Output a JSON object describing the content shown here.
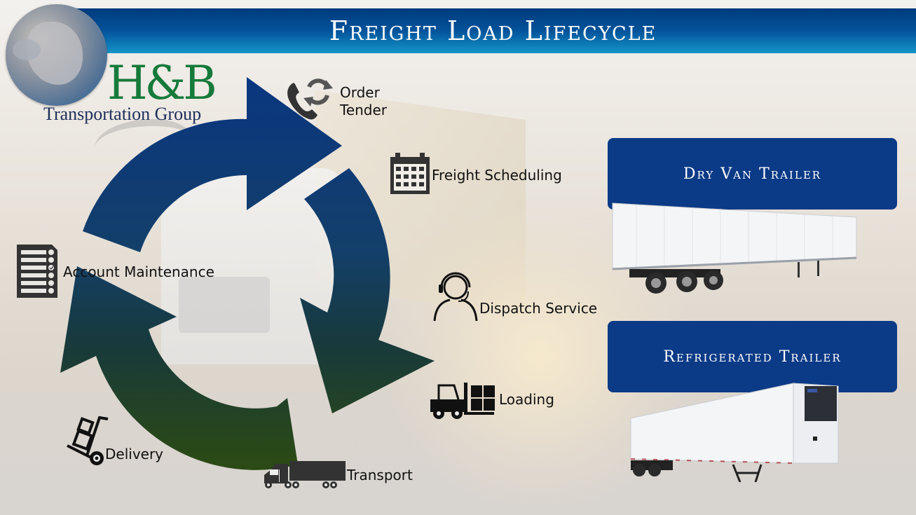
{
  "title": "Freight Load Lifecycle",
  "logo": {
    "brand": "H&B",
    "subtitle": "Transportation Group",
    "icon": "globe-icon"
  },
  "cycle": {
    "arrow_colors": {
      "top": "#0b3a86",
      "bottom": "#2a4a1a"
    },
    "stages": [
      {
        "id": "order-tender",
        "label_line1": "Order",
        "label_line2": "Tender",
        "icon": "phone-refresh-icon"
      },
      {
        "id": "freight-scheduling",
        "label": "Freight Scheduling",
        "icon": "calendar-icon"
      },
      {
        "id": "dispatch-service",
        "label": "Dispatch Service",
        "icon": "headset-user-icon"
      },
      {
        "id": "loading",
        "label": "Loading",
        "icon": "forklift-icon"
      },
      {
        "id": "transport",
        "label": "Transport",
        "icon": "semi-truck-icon"
      },
      {
        "id": "delivery",
        "label": "Delivery",
        "icon": "hand-truck-icon"
      },
      {
        "id": "account-maintenance",
        "label": "Account Maintenance",
        "icon": "checklist-icon"
      }
    ]
  },
  "trailers": [
    {
      "label": "Dry Van Trailer",
      "image": "dry-van-trailer-image"
    },
    {
      "label": "Refrigerated Trailer",
      "image": "refrigerated-trailer-image"
    }
  ],
  "colors": {
    "banner_top": "#003a7e",
    "banner_bottom": "#1395c9",
    "card_bg": "#0b3a86",
    "logo_green": "#157a3a",
    "icon_dark": "#333333"
  }
}
